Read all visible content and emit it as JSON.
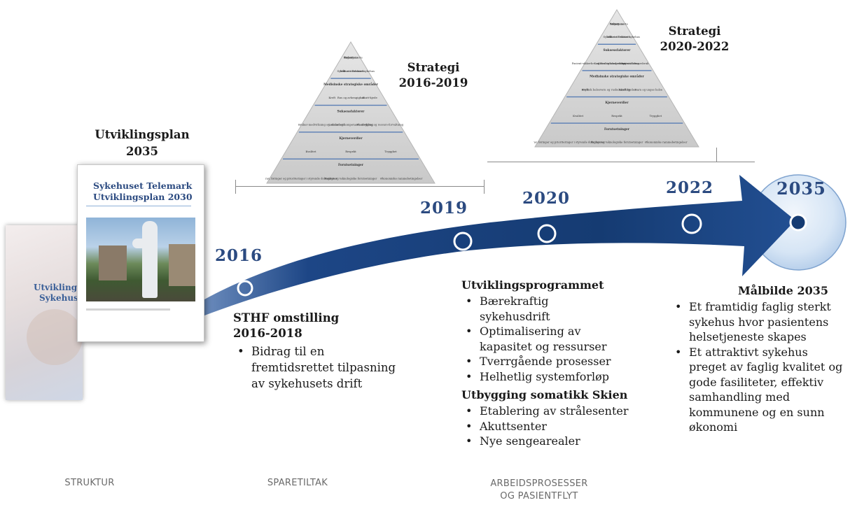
{
  "plan": {
    "title_line1": "Utviklingsplan",
    "title_line2": "2035"
  },
  "booklet_back": {
    "text_line1": "Utviklingsplan",
    "text_line2": "Sykehuset"
  },
  "booklet_front": {
    "title_line1": "Sykehuset Telemark",
    "title_line2": "Utviklingsplan 2030"
  },
  "years": {
    "y2016": "2016",
    "y2019": "2019",
    "y2020": "2020",
    "y2022": "2022",
    "y2035": "2035"
  },
  "strategy_a": {
    "title_line1": "Strategi",
    "title_line2": "2016-2019"
  },
  "strategy_b": {
    "title_line1": "Strategi",
    "title_line2": "2020-2022"
  },
  "pyramid_a": {
    "rows": [
      [
        "Visjon",
        "Pasientens",
        "helsetjeneste"
      ],
      [
        "Mål",
        "Sykehuset Telemark",
        "er et attraktivt sykehus"
      ],
      [
        "Medisinske strategiske områder"
      ],
      [
        "Kreft",
        "Rus og avhengighet",
        "Akutt-kjede"
      ],
      [
        "Suksessfaktorer"
      ],
      [
        "Bruker-medvirkning og samarbeid",
        "Ledelse og kompetanse-utvikling",
        "Planlegging og ressurs-forvaltning"
      ],
      [
        "Kjerneverdier"
      ],
      [
        "Kvalitet",
        "Respekt",
        "Trygghet"
      ],
      [
        "Forutsetninger"
      ],
      [
        "Krav, føringer og prioriteringer i styrende dokumenter",
        "Faglige og teknologiske forutsetninger",
        "Økonomiske rammebetingelser"
      ]
    ]
  },
  "pyramid_b": {
    "rows": [
      [
        "Visjon",
        "Pasientens",
        "helsetjeneste"
      ],
      [
        "Mål",
        "Sykehuset Telemark",
        "er et attraktivt sykehus"
      ],
      [
        "Suksessfaktorer"
      ],
      [
        "Pasient-sikkerhet og kvalitetsforbedring",
        "Ledelse og kompetanse-utvikling",
        "Optimal ressursbruk"
      ],
      [
        "Medisinske strategiske områder"
      ],
      [
        "Kreft",
        "Psykisk helsevern og rusbehandling",
        "Akutt-kjeden",
        "Barn og unges helse"
      ],
      [
        "Kjerneverdier"
      ],
      [
        "Kvalitet",
        "Respekt",
        "Trygghet"
      ],
      [
        "Forutsetninger"
      ],
      [
        "Krav, føringer og prioriteringer i styrende dokumenter",
        "Faglige og teknologiske forutsetninger",
        "Økonomiske rammebetingelser"
      ]
    ]
  },
  "sthf": {
    "title_line1": "STHF omstilling",
    "title_line2": "2016-2018",
    "bullets": [
      "Bidrag til en fremtidsrettet tilpasning av sykehusets drift"
    ]
  },
  "program": {
    "title": "Utviklingsprogrammet",
    "bullets": [
      "Bærekraftig sykehusdrift",
      "Optimalisering av kapasitet og ressurser",
      "Tverrgående prosesser",
      "Helhetlig systemforløp"
    ]
  },
  "building": {
    "title": "Utbygging somatikk Skien",
    "bullets": [
      "Etablering av strålesenter",
      "Akuttsenter",
      "Nye sengearealer"
    ]
  },
  "target": {
    "title": "Målbilde 2035",
    "bullets": [
      "Et framtidig faglig sterkt sykehus hvor pasientens helsetjeneste skapes",
      "Et attraktivt sykehus preget av faglig kvalitet og gode fasiliteter, effektiv samhandling med kommunene og en sunn økonomi"
    ]
  },
  "footer": {
    "struktur": "STRUKTUR",
    "sparetiltak": "SPARETILTAK",
    "arbeid_line1": "ARBEIDSPROSESSER",
    "arbeid_line2": "OG PASIENTFLYT"
  },
  "colors": {
    "arrow_dark": "#153b72",
    "arrow_mid": "#2d5fa3",
    "year_text": "#2b4a80",
    "circle_light": "#cfe0f3"
  }
}
